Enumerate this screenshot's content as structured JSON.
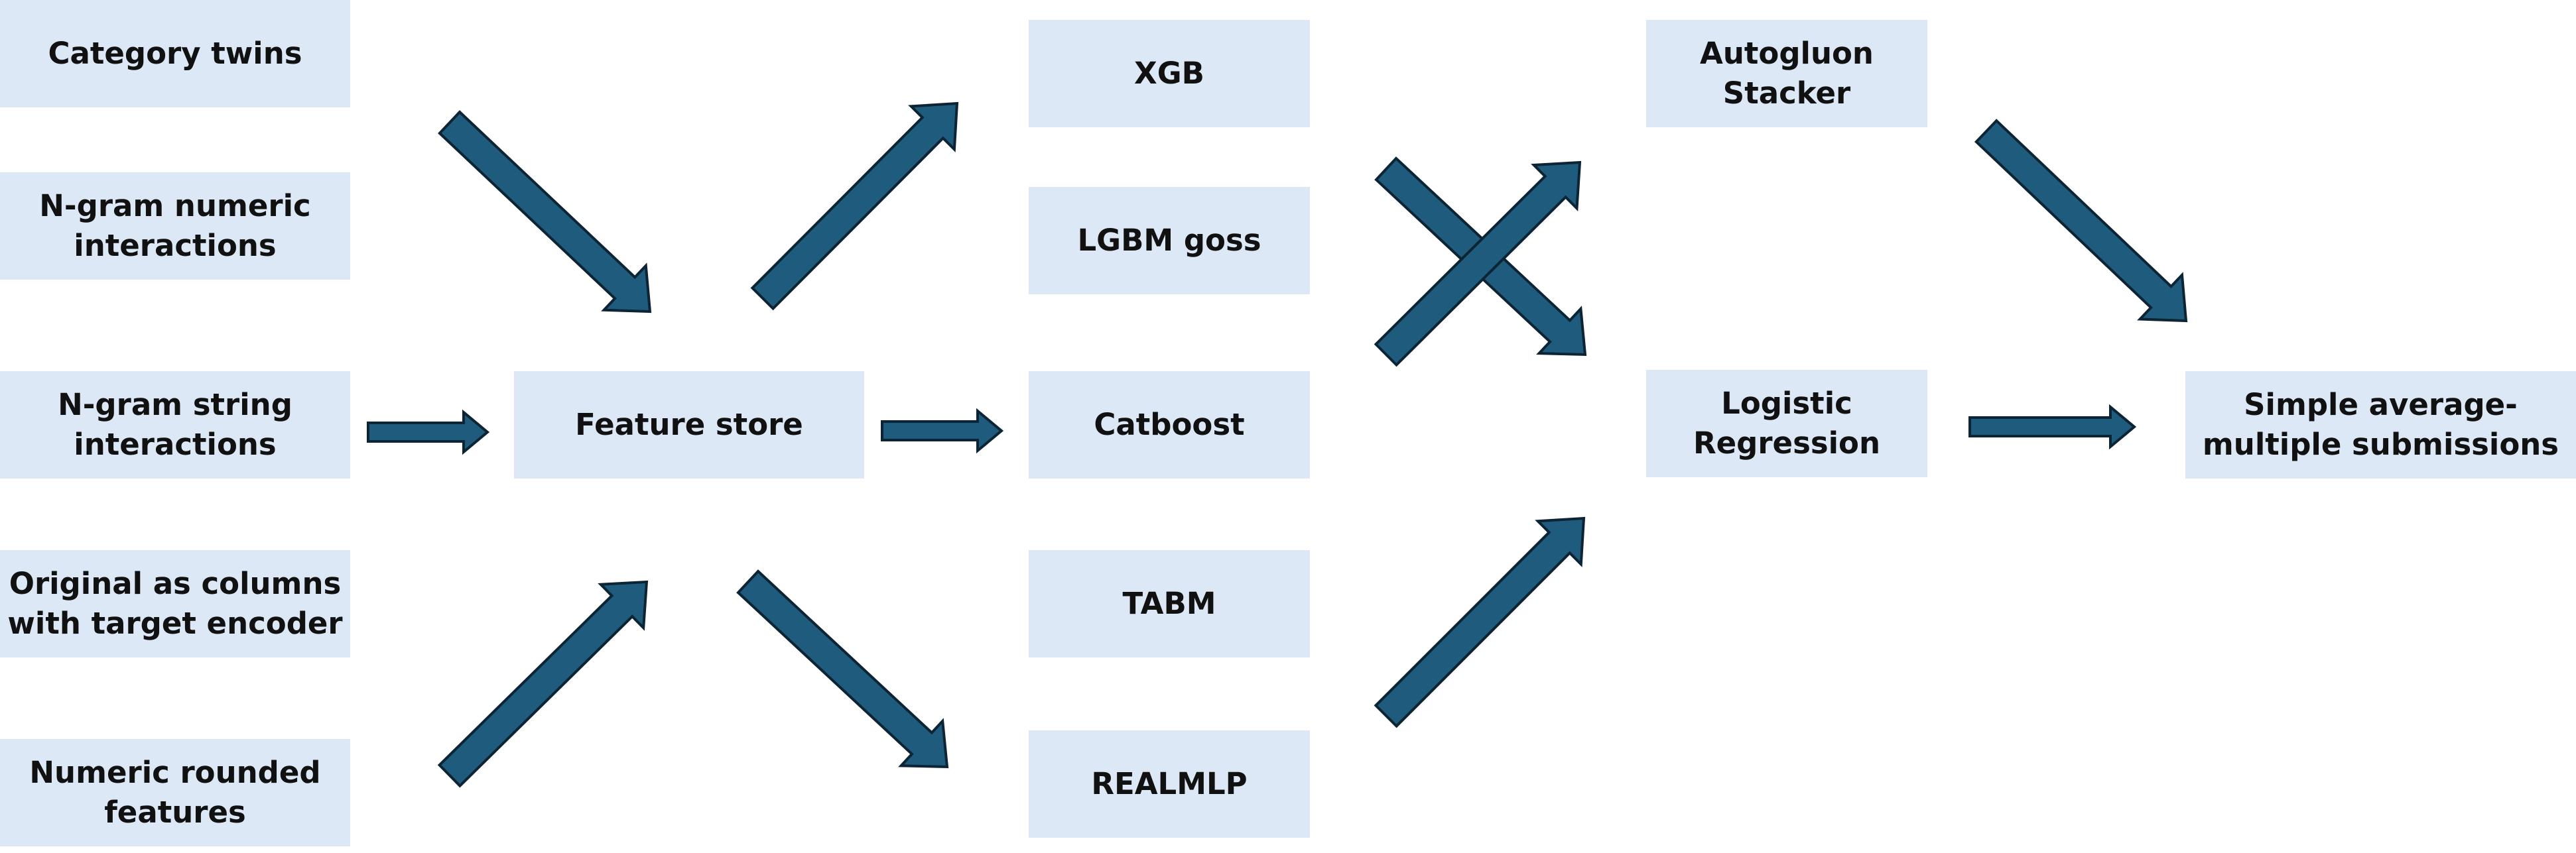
{
  "colors": {
    "box_fill": "#dce8f5",
    "arrow_fill": "#1f5b7c",
    "arrow_outline": "#0c2433",
    "text": "#111111"
  },
  "inputs": {
    "category_twins": "Category twins",
    "ngram_numeric": "N-gram numeric\ninteractions",
    "ngram_string": "N-gram string\ninteractions",
    "original_columns": "Original as columns\nwith target encoder",
    "numeric_rounded": "Numeric rounded\nfeatures"
  },
  "feature_store": "Feature store",
  "models": {
    "xgb": "XGB",
    "lgbm": "LGBM goss",
    "catboost": "Catboost",
    "tabm": "TABM",
    "realmlp": "REALMLP"
  },
  "stackers": {
    "autogluon": "Autogluon\nStacker",
    "logistic": "Logistic\nRegression"
  },
  "output": "Simple average-\nmultiple submissions"
}
